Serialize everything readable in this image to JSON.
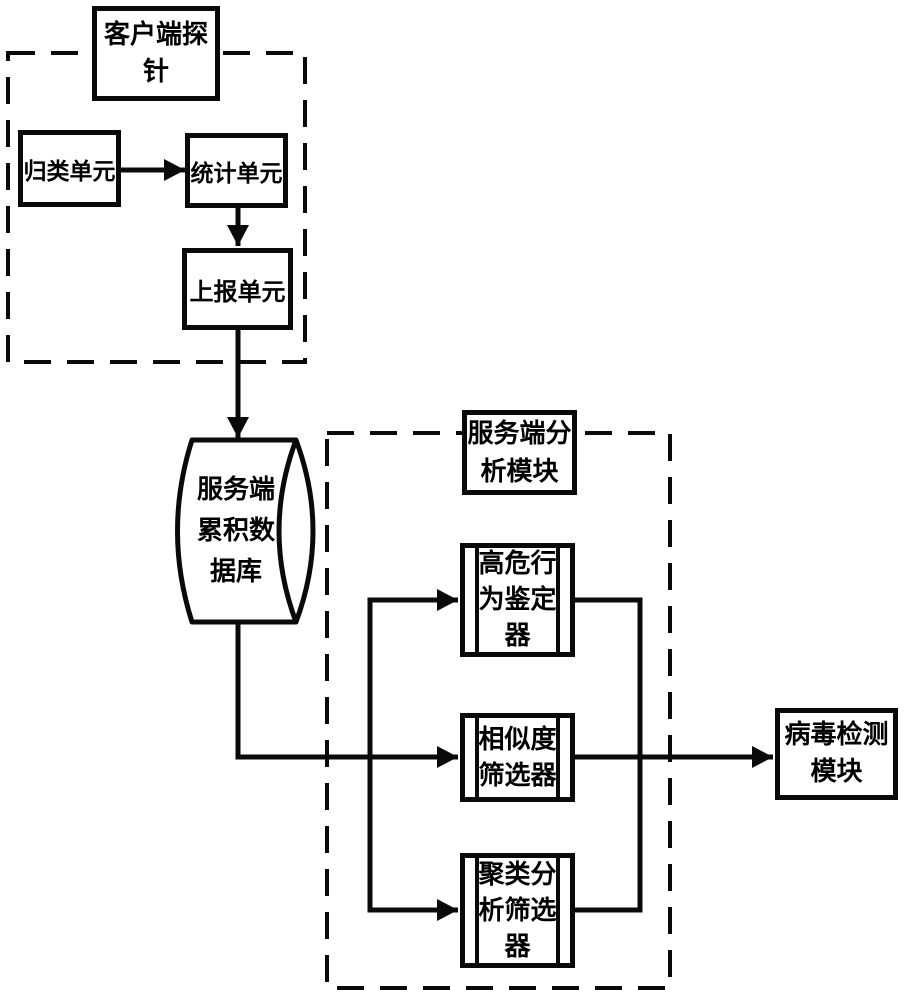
{
  "colors": {
    "background": "#ffffff",
    "stroke": "#0a0a0a",
    "text": "#000000"
  },
  "groups": {
    "client_probe": {
      "title": "客户端探针",
      "title_lines": "客户端探\n针"
    },
    "server_analysis": {
      "title": "服务端分析模块",
      "title_lines": "服务端分\n析模块"
    }
  },
  "nodes": {
    "classify_unit": {
      "label": "归类单元",
      "shape": "rect"
    },
    "stats_unit": {
      "label": "统计单元",
      "shape": "rect"
    },
    "report_unit": {
      "label": "上报单元",
      "shape": "rect"
    },
    "server_db": {
      "label": "服务端累积数据库",
      "label_lines": "服务端\n累积数\n据库",
      "shape": "horizontal-cylinder"
    },
    "high_risk_identifier": {
      "label": "高危行为鉴定器",
      "label_lines": "高危行\n为鉴定\n器",
      "shape": "predefined-process"
    },
    "similarity_filter": {
      "label": "相似度筛选器",
      "label_lines": "相似度\n筛选器",
      "shape": "predefined-process"
    },
    "cluster_filter": {
      "label": "聚类分析筛选器",
      "label_lines": "聚类分\n析筛选\n器",
      "shape": "predefined-process"
    },
    "virus_detection": {
      "label": "病毒检测模块",
      "label_lines": "病毒检测\n模块",
      "shape": "rect"
    }
  },
  "edges": [
    {
      "from": "归类单元",
      "to": "统计单元"
    },
    {
      "from": "统计单元",
      "to": "上报单元"
    },
    {
      "from": "上报单元",
      "to": "服务端累积数据库"
    },
    {
      "from": "服务端累积数据库",
      "to": "高危行为鉴定器"
    },
    {
      "from": "服务端累积数据库",
      "to": "相似度筛选器"
    },
    {
      "from": "服务端累积数据库",
      "to": "聚类分析筛选器"
    },
    {
      "from": "高危行为鉴定器",
      "to": "病毒检测模块"
    },
    {
      "from": "相似度筛选器",
      "to": "病毒检测模块"
    },
    {
      "from": "聚类分析筛选器",
      "to": "病毒检测模块"
    }
  ]
}
